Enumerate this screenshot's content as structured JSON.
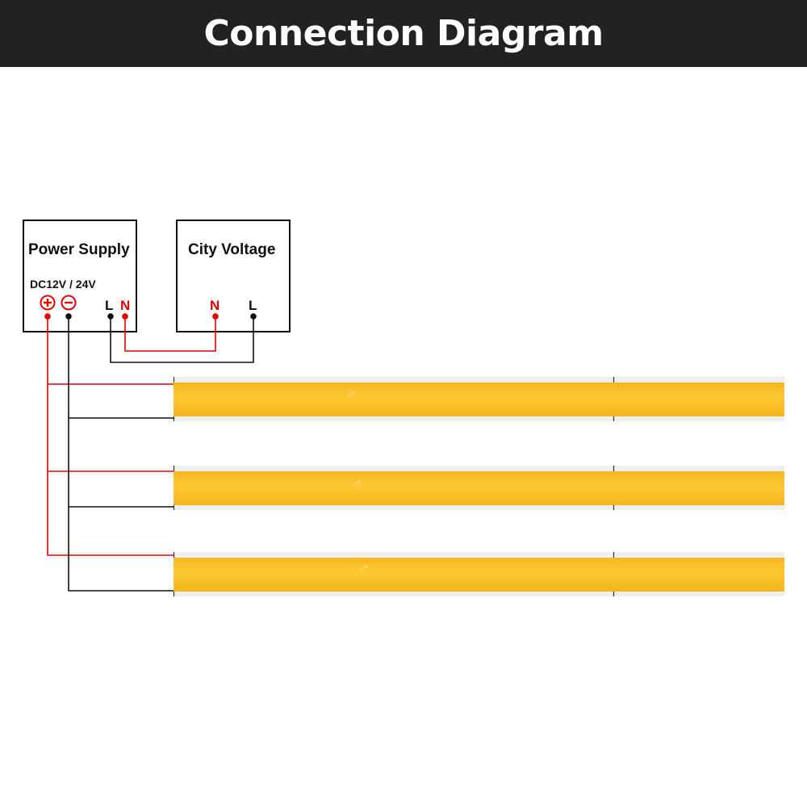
{
  "header": {
    "title": "Connection Diagram"
  },
  "power_supply": {
    "title": "Power Supply",
    "voltage": "DC12V / 24V",
    "terminal_l": "L",
    "terminal_n": "N"
  },
  "city_voltage": {
    "title": "City Voltage",
    "terminal_n": "N",
    "terminal_l": "L"
  },
  "strips": [
    {
      "mark": "COB"
    },
    {
      "mark": "COB"
    },
    {
      "mark": "COB"
    }
  ],
  "colors": {
    "header_bg": "#222222",
    "positive_wire": "#e60000",
    "negative_wire": "#111111",
    "strip": "#fdc22c"
  },
  "icons": {
    "positive": "plus-circle-icon",
    "negative": "minus-circle-icon"
  }
}
